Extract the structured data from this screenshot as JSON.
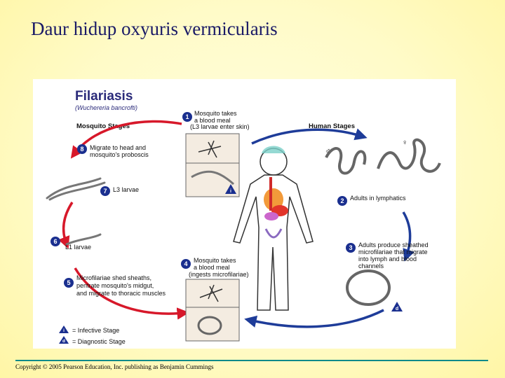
{
  "slide": {
    "title": "Daur hidup oxyuris vermicularis",
    "copyright": "Copyright © 2005 Pearson Education, Inc. publishing as Benjamin Cummings"
  },
  "figure": {
    "title": "Filariasis",
    "subtitle": "(Wuchereria bancrofti)",
    "mosquito_stages_label": "Mosquito Stages",
    "human_stages_label": "Human Stages",
    "steps": [
      {
        "num": "1",
        "lines": [
          "Mosquito takes",
          "a blood meal",
          "(L3 larvae enter skin)"
        ]
      },
      {
        "num": "2",
        "lines": [
          "Adults in lymphatics"
        ]
      },
      {
        "num": "3",
        "lines": [
          "Adults produce sheathed",
          "microfilariae that migrate",
          "into lymph and blood",
          "channels"
        ]
      },
      {
        "num": "4",
        "lines": [
          "Mosquito takes",
          "a blood meal",
          "(ingests microfilariae)"
        ]
      },
      {
        "num": "5",
        "lines": [
          "Microfilariae shed sheaths,",
          "pentrate mosquito's midgut,",
          "and migrate to thoracic muscles"
        ]
      },
      {
        "num": "6",
        "lines": [
          "L1 larvae"
        ]
      },
      {
        "num": "7",
        "lines": [
          "L3 larvae"
        ]
      },
      {
        "num": "8",
        "lines": [
          "Migrate to head and",
          "mosquito's proboscis"
        ]
      }
    ],
    "legend": [
      {
        "symbol": "i",
        "label": "= Infective Stage"
      },
      {
        "symbol": "d",
        "label": "= Diagnostic Stage"
      }
    ],
    "sex_symbols": {
      "male": "♂",
      "female": "♀"
    },
    "colors": {
      "arrow_red": "#d7182a",
      "arrow_blue": "#1e3c99",
      "badge": "#1a2f8f"
    }
  }
}
